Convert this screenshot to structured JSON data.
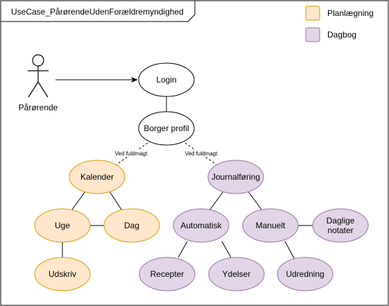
{
  "frame": {
    "title": "UseCase_PårørendeUdenForældremyndighed"
  },
  "legend": [
    {
      "label": "Planlægning",
      "fill": "#ffe6cc",
      "stroke": "#d79b00"
    },
    {
      "label": "Dagbog",
      "fill": "#e1d5e7",
      "stroke": "#9673a6"
    }
  ],
  "actor": {
    "label": "Pårørende"
  },
  "nodes": {
    "login": "Login",
    "borger_profil": "Borger profil",
    "kalender": "Kalender",
    "uge": "Uge",
    "dag": "Dag",
    "udskriv": "Udskriv",
    "journalforing": "Journalføring",
    "automatisk": "Automatisk",
    "manuelt": "Manuelt",
    "daglige_notater_line1": "Daglige",
    "daglige_notater_line2": "notater",
    "recepter": "Recepter",
    "ydelser": "Ydelser",
    "udredning": "Udredning"
  },
  "edges": {
    "to_kalender": "Ved fuldmagt",
    "to_journalforing": "Ved fuldmagt"
  },
  "colors": {
    "planning_fill": "#ffe6cc",
    "planning_stroke": "#d79b00",
    "diary_fill": "#e1d5e7",
    "diary_stroke": "#9673a6",
    "neutral_fill": "#ffffff",
    "neutral_stroke": "#000000"
  }
}
